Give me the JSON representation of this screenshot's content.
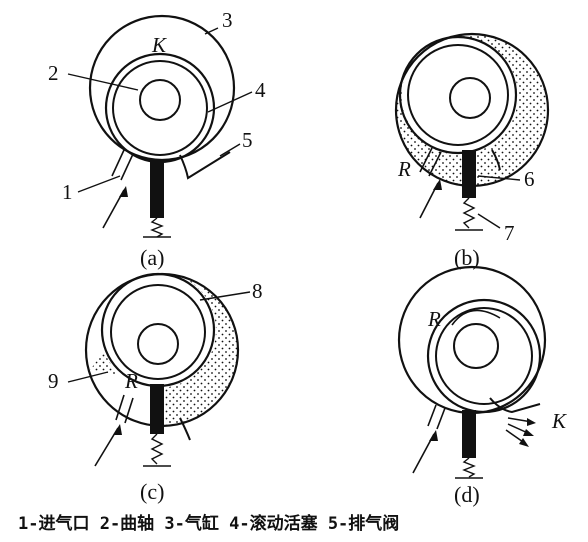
{
  "labels": {
    "n1": "1",
    "n2": "2",
    "n3": "3",
    "n4": "4",
    "n5": "5",
    "n6": "6",
    "n7": "7",
    "n8": "8",
    "n9": "9",
    "K_a": "K",
    "R_b": "R",
    "R_c": "R",
    "R_d": "R",
    "K_d": "K"
  },
  "captions": {
    "a": "(a)",
    "b": "(b)",
    "c": "(c)",
    "d": "(d)"
  },
  "legend": "1-进气口 2-曲轴 3-气缸 4-滚动活塞 5-排气阀",
  "colors": {
    "ink": "#111111",
    "background": "#ffffff"
  }
}
